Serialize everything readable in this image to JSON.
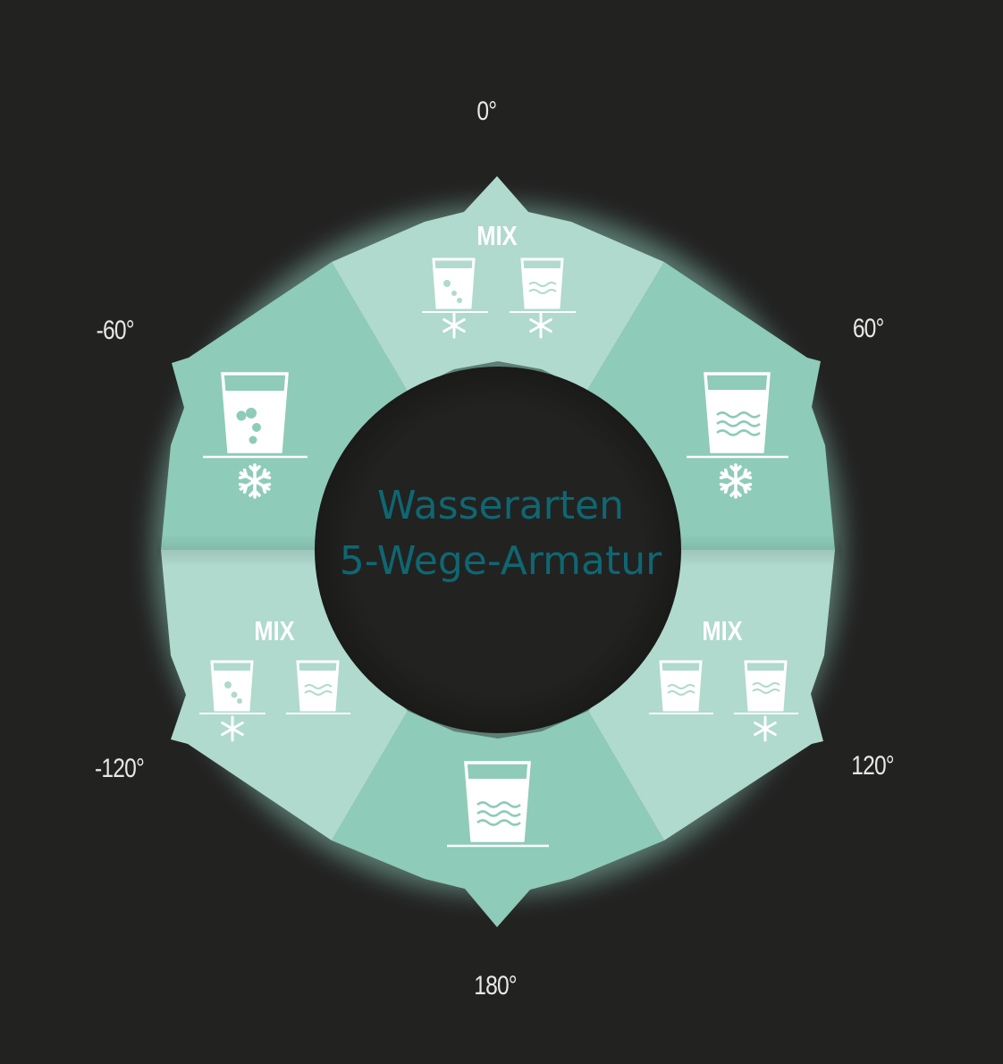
{
  "diagram": {
    "title_line1": "Wasserarten",
    "title_line2": "5-Wege-Armatur",
    "angles": {
      "a0": "0°",
      "a60": "60°",
      "a120": "120°",
      "a180": "180°",
      "am60": "-60°",
      "am120": "-120°"
    },
    "segments": {
      "top": {
        "label": "MIX",
        "icons": [
          "sparkling-glass-icon",
          "snowflake-icon",
          "still-water-glass-icon",
          "snowflake-icon"
        ]
      },
      "upper_right": {
        "icons": [
          "still-water-glass-icon",
          "snowflake-icon"
        ]
      },
      "lower_right": {
        "label": "MIX",
        "icons": [
          "still-water-glass-icon",
          "still-water-glass-icon",
          "snowflake-icon"
        ]
      },
      "bottom": {
        "icons": [
          "still-water-glass-icon"
        ]
      },
      "lower_left": {
        "label": "MIX",
        "icons": [
          "sparkling-glass-icon",
          "snowflake-icon",
          "still-water-glass-icon"
        ]
      },
      "upper_left": {
        "icons": [
          "sparkling-glass-icon",
          "snowflake-icon"
        ]
      }
    },
    "colors": {
      "background": "#222221",
      "segment_dark": "#8ecbb9",
      "segment_light": "#afdacd",
      "title": "#0e6772",
      "icon": "#ffffff",
      "label": "#e8e8e6"
    }
  }
}
